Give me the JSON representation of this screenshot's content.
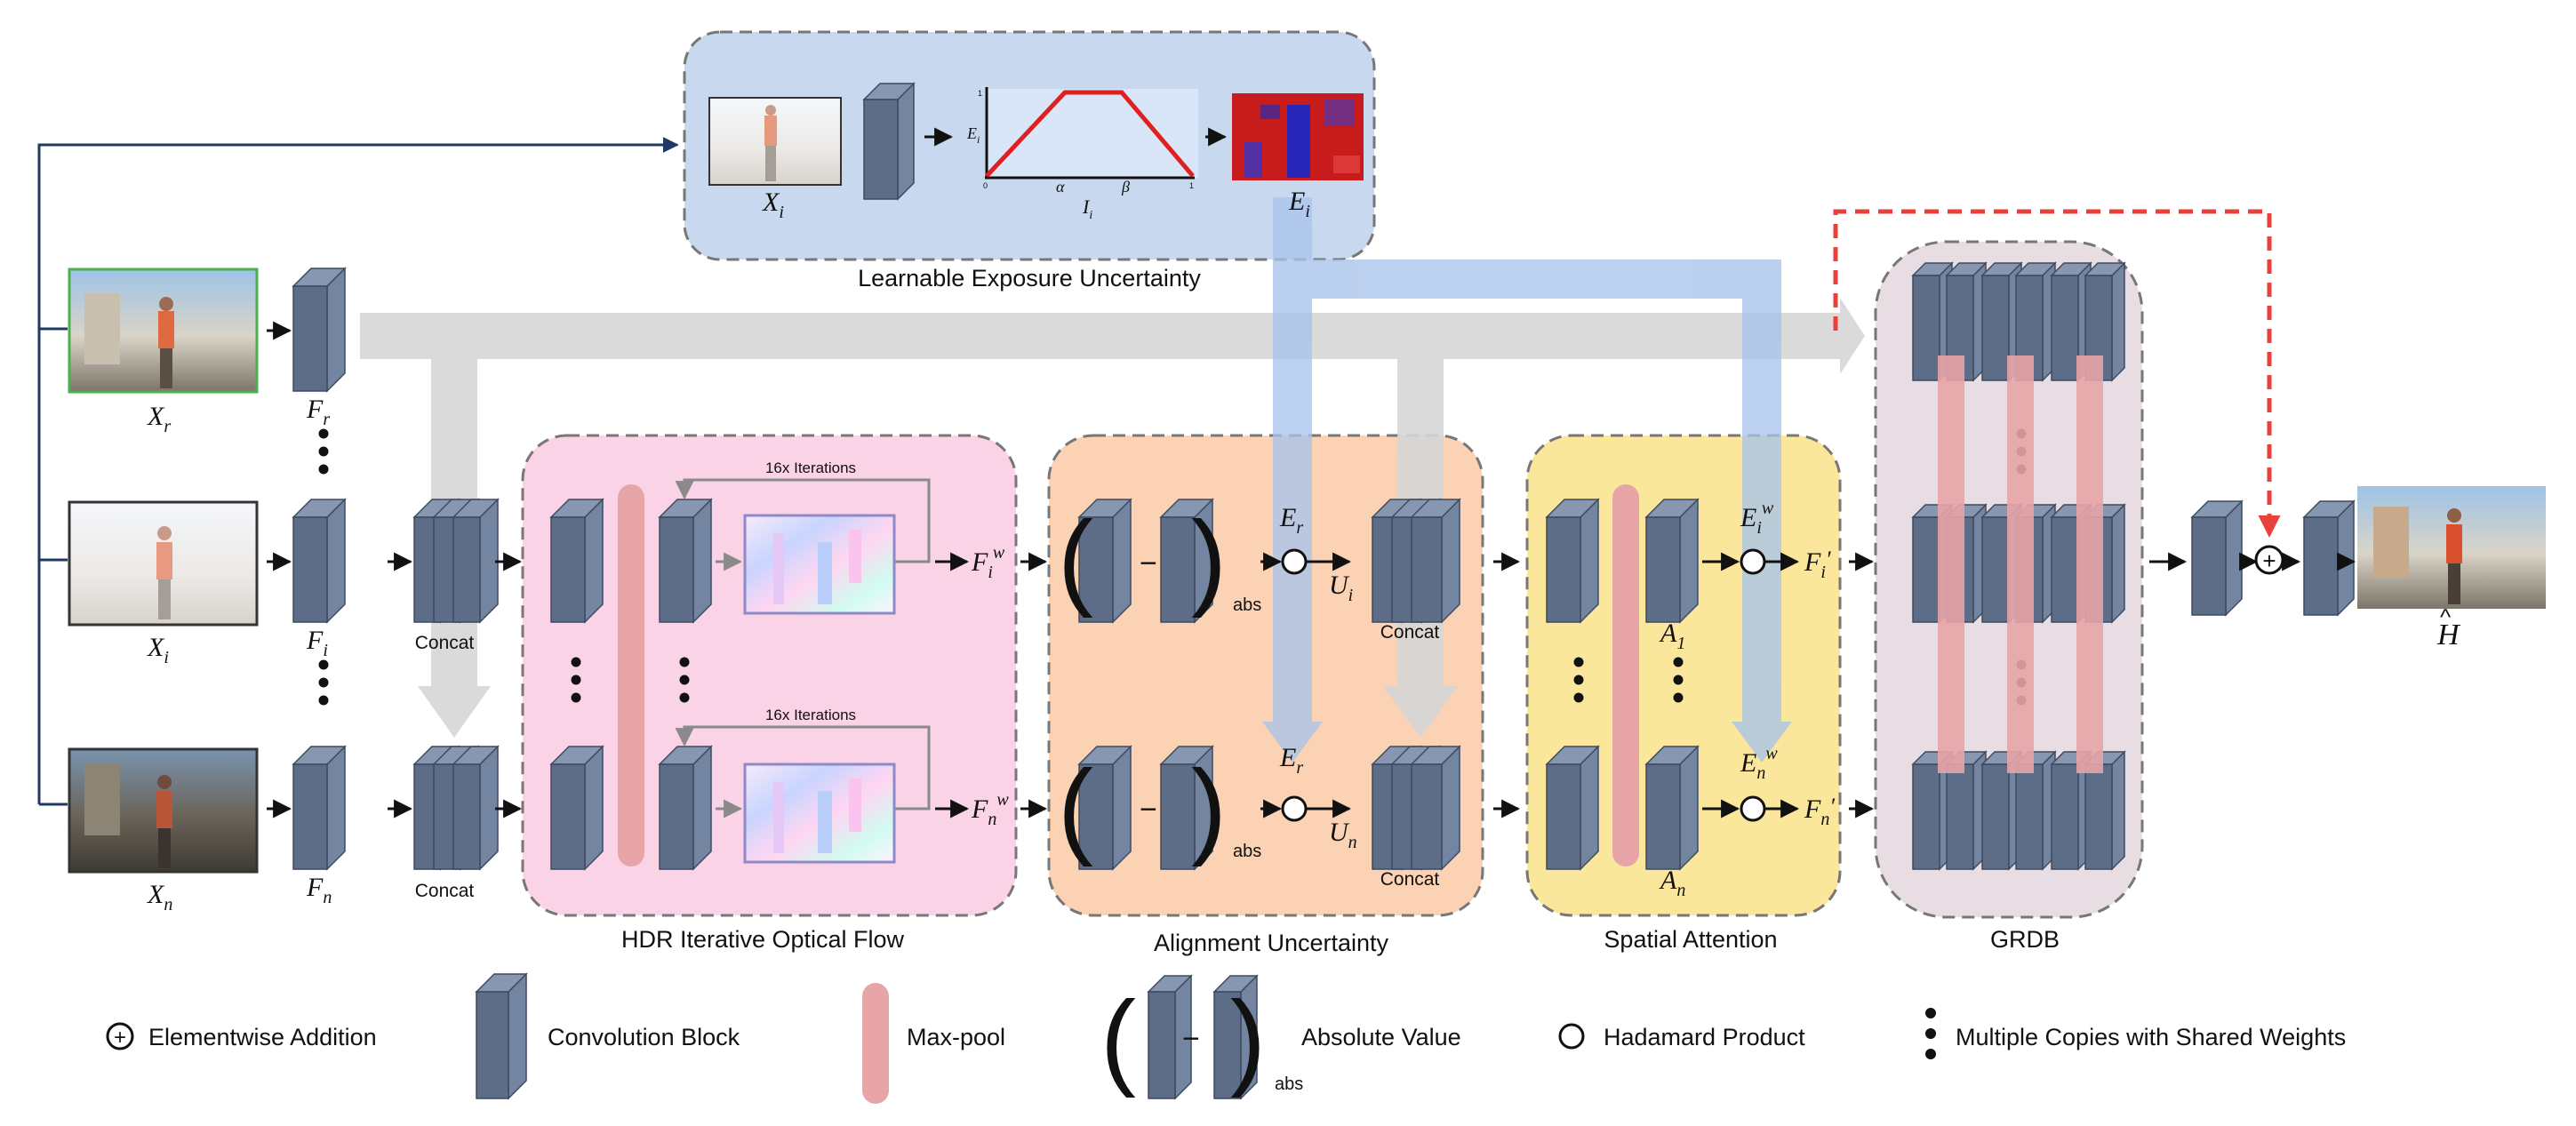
{
  "modules": {
    "exposure": "Learnable Exposure Uncertainty",
    "flow": "HDR Iterative Optical Flow",
    "alignment": "Alignment Uncertainty",
    "attention": "Spatial Attention",
    "grdb": "GRDB"
  },
  "inputs": {
    "xr": "X",
    "xr_sub": "r",
    "xi": "X",
    "xi_sub": "i",
    "xn": "X",
    "xn_sub": "n"
  },
  "features": {
    "fr": "F",
    "fr_sub": "r",
    "fi": "F",
    "fi_sub": "i",
    "fn": "F",
    "fn_sub": "n"
  },
  "concat": {
    "top": "Concat",
    "bottom": "Concat"
  },
  "flow": {
    "iterations_top": "16x Iterations",
    "iterations_bottom": "16x Iterations",
    "out_top": "F",
    "out_top_sub": "i",
    "out_top_sup": "w",
    "out_bottom": "F",
    "out_bottom_sub": "n",
    "out_bottom_sup": "w"
  },
  "exposure": {
    "input": "X",
    "input_sub": "i",
    "curve_y": "E",
    "curve_y_sub": "i",
    "curve_x": "I",
    "curve_x_sub": "i",
    "alpha": "α",
    "beta": "β",
    "tick_0": "0",
    "tick_1": "1",
    "tick_y1": "1",
    "output": "E",
    "output_sub": "i"
  },
  "alignment": {
    "abs_top": "abs",
    "abs_bottom": "abs",
    "minus": "−",
    "er_top": "E",
    "er_top_sub": "r",
    "er_bottom": "E",
    "er_bottom_sub": "r",
    "u_top": "U",
    "u_top_sub": "i",
    "u_bottom": "U",
    "u_bottom_sub": "n",
    "concat_top": "Concat",
    "concat_bottom": "Concat"
  },
  "attention": {
    "a_top": "A",
    "a_top_sub": "1",
    "a_bottom": "A",
    "a_bottom_sub": "n",
    "ew_top": "E",
    "ew_top_sub": "i",
    "ew_top_sup": "w",
    "ew_bottom": "E",
    "ew_bottom_sub": "n",
    "ew_bottom_sup": "w",
    "f_top": "F",
    "f_top_sub": "i",
    "f_top_prime": "′",
    "f_bottom": "F",
    "f_bottom_sub": "n",
    "f_bottom_prime": "′"
  },
  "output": {
    "h": "H",
    "hat": "^",
    "plus": "+"
  },
  "legend": {
    "add": "Elementwise Addition",
    "conv": "Convolution Block",
    "maxpool": "Max-pool",
    "absval": "Absolute Value",
    "abs_sub": "abs",
    "hadamard": "Hadamard Product",
    "copies": "Multiple Copies with Shared Weights"
  },
  "colors": {
    "block_front": "#5d6d87",
    "block_side": "#7485a1",
    "block_top": "#8797b2",
    "exposure_bg": "#c7d8ef",
    "flow_bg": "#fbd3e6",
    "alignment_bg": "#fbd2b3",
    "attention_bg": "#fbe79b",
    "grdb_bg": "#e8dde3",
    "maxpool": "#e7a5a8",
    "skip_gray": "#d6d6d6",
    "exposure_path": "#a9c4ea",
    "dashed_red": "#e8403a",
    "arrow_navy": "#1f3864"
  }
}
